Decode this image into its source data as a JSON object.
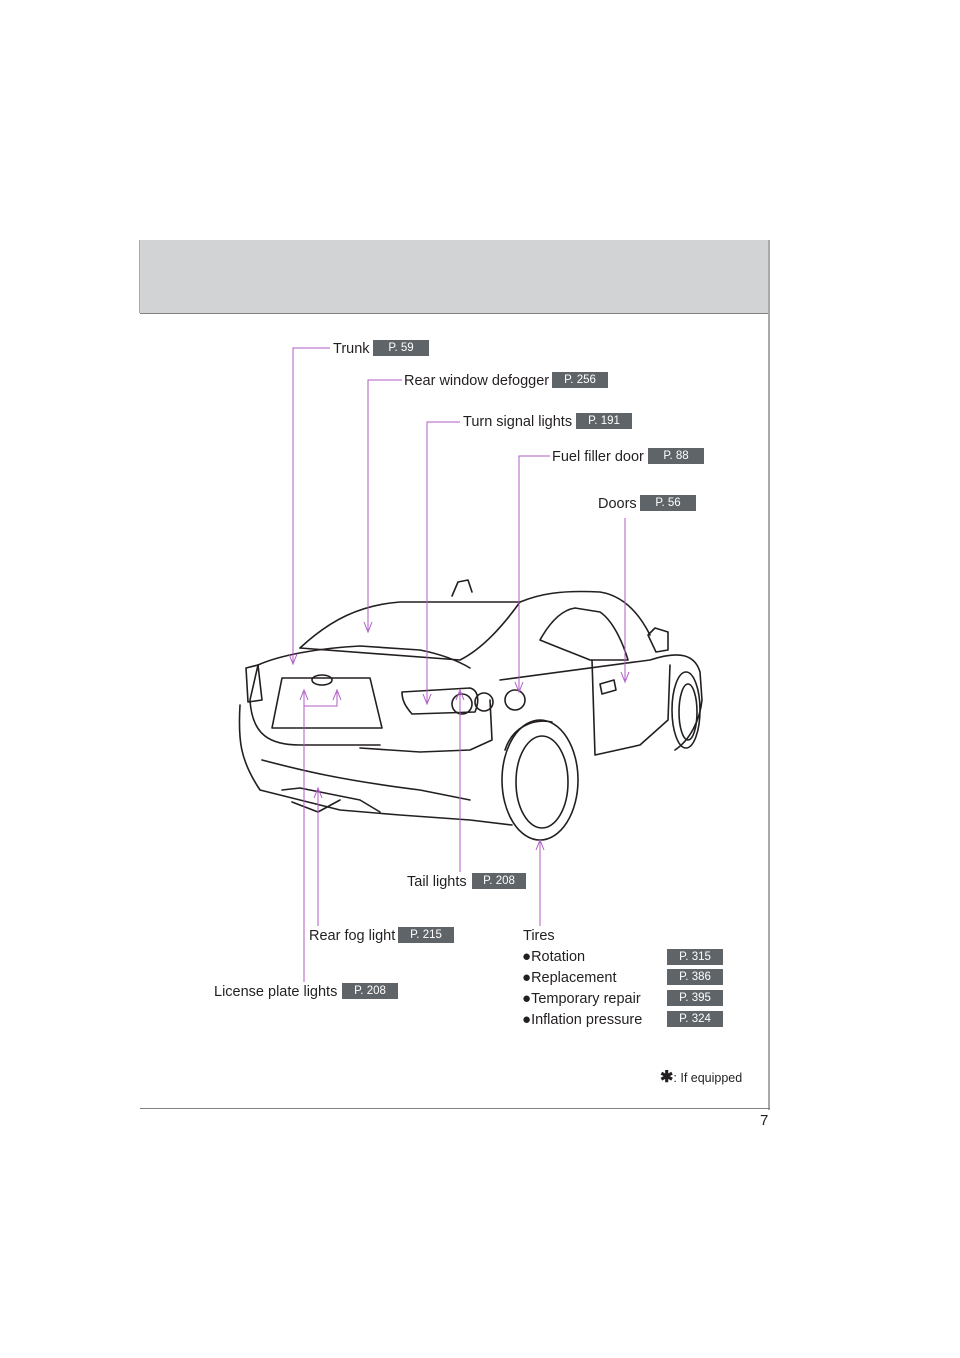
{
  "page_number": "7",
  "callouts": {
    "trunk": {
      "label": "Trunk",
      "page": "P. 59"
    },
    "rear_window_defogger": {
      "label": "Rear window defogger",
      "page": "P. 256"
    },
    "turn_signal_lights": {
      "label": "Turn signal lights",
      "page": "P. 191"
    },
    "fuel_filler_door": {
      "label": "Fuel filler door",
      "page": "P. 88"
    },
    "doors": {
      "label": "Doors",
      "page": "P. 56"
    },
    "tail_lights": {
      "label": "Tail lights",
      "page": "P. 208"
    },
    "rear_fog_light": {
      "label": "Rear fog light",
      "page": "P. 215"
    },
    "license_plate_lights": {
      "label": "License plate lights",
      "page": "P. 208"
    }
  },
  "tires": {
    "title": "Tires",
    "items": [
      {
        "label": "Rotation",
        "page": "P. 315"
      },
      {
        "label": "Replacement",
        "page": "P. 386"
      },
      {
        "label": "Temporary repair",
        "page": "P. 395"
      },
      {
        "label": "Inflation pressure",
        "page": "P. 324"
      }
    ],
    "bullet": "●"
  },
  "footnote": {
    "symbol": "✱",
    "text": ": If equipped"
  },
  "colors": {
    "leader": "#b05cc6",
    "badge": "#5e6468",
    "header_band": "#d1d3d4"
  }
}
